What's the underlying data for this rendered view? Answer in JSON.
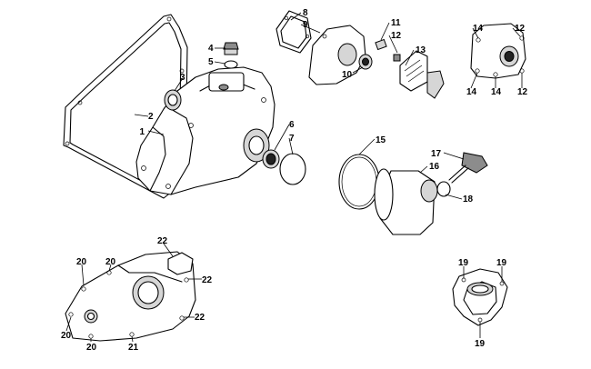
{
  "callouts": {
    "c1": "1",
    "c2": "2",
    "c3": "3",
    "c4": "4",
    "c5": "5",
    "c6": "6",
    "c7": "7",
    "c8": "8",
    "c9": "9",
    "c10": "10",
    "c11": "11",
    "c12a": "12",
    "c13": "13",
    "c14a": "14",
    "c12b": "12",
    "c14b": "14",
    "c14c": "14",
    "c12c": "12",
    "c15": "15",
    "c16": "16",
    "c17": "17",
    "c18": "18",
    "c22a": "22",
    "c20a": "20",
    "c20b": "20",
    "c22b": "22",
    "c22c": "22",
    "c20c": "20",
    "c20d": "20",
    "c21": "21",
    "c19a": "19",
    "c19b": "19",
    "c19c": "19"
  }
}
